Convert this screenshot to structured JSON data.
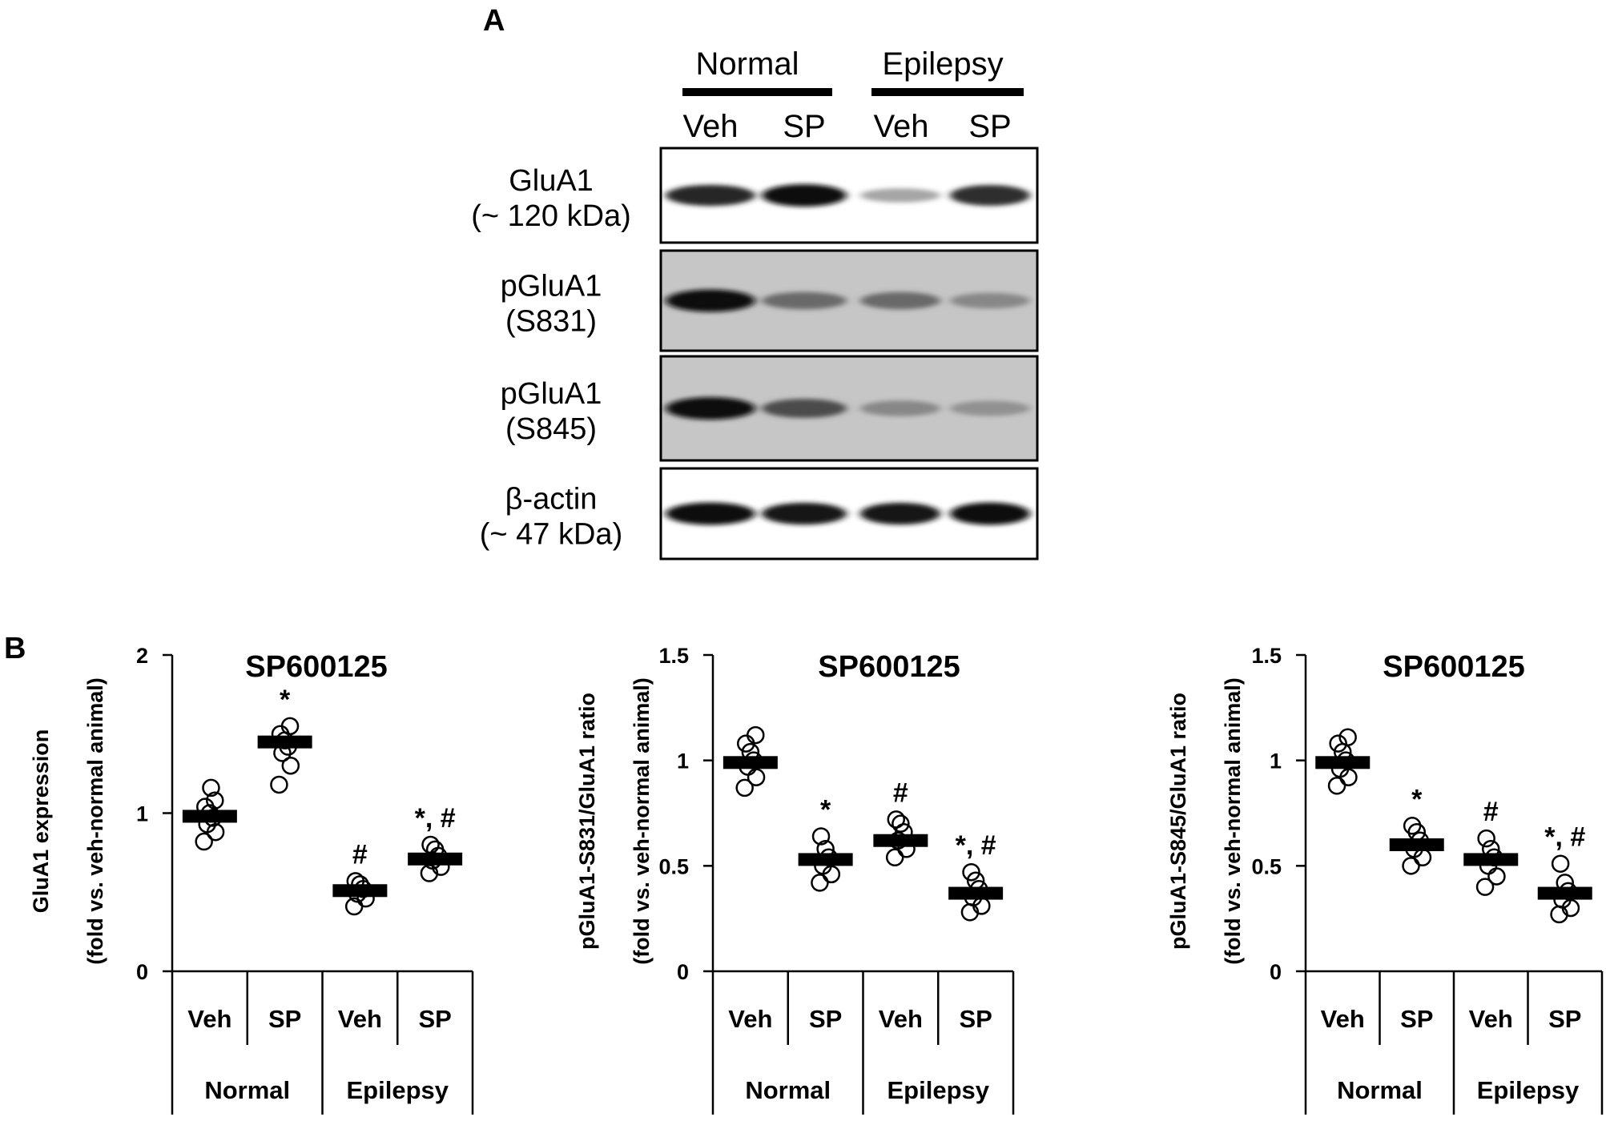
{
  "panel_a": {
    "letter": "A",
    "groups": [
      "Normal",
      "Epilepsy"
    ],
    "lanes": [
      "Veh",
      "SP",
      "Veh",
      "SP"
    ],
    "blots": [
      {
        "name": "gluA1",
        "label1": "GluA1",
        "label2": "(~ 120 kDa)",
        "background": "#ffffff",
        "band_intensity": [
          0.88,
          1.0,
          0.25,
          0.85
        ]
      },
      {
        "name": "pgluA1-s831",
        "label1": "pGluA1",
        "label2": "(S831)",
        "background": "#c6c6c6",
        "band_intensity": [
          1.0,
          0.55,
          0.55,
          0.4
        ]
      },
      {
        "name": "pgluA1-s845",
        "label1": "pGluA1",
        "label2": "(S845)",
        "background": "#c6c6c6",
        "band_intensity": [
          1.0,
          0.7,
          0.4,
          0.35
        ]
      },
      {
        "name": "beta-actin",
        "label1": "β-actin",
        "label2": "(~ 47 kDa)",
        "background": "#ffffff",
        "band_intensity": [
          1.0,
          0.95,
          0.95,
          1.0
        ]
      }
    ]
  },
  "panel_b": {
    "letter": "B"
  },
  "chart_data": [
    {
      "type": "scatter",
      "title": "SP600125",
      "ylabel_line1": "GluA1 expression",
      "ylabel_line2": "(fold vs. veh-normal animal)",
      "ylim": [
        0,
        2
      ],
      "yticks": [
        "0",
        "1",
        "2"
      ],
      "ytick_values": [
        0,
        1,
        2
      ],
      "categories": [
        "Veh",
        "SP",
        "Veh",
        "SP"
      ],
      "groups": [
        "Normal",
        "Epilepsy"
      ],
      "means": [
        0.98,
        1.45,
        0.51,
        0.71
      ],
      "points": [
        [
          0.82,
          0.88,
          0.93,
          0.97,
          1.0,
          1.04,
          1.08,
          1.16
        ],
        [
          1.18,
          1.3,
          1.38,
          1.42,
          1.46,
          1.5,
          1.55
        ],
        [
          0.41,
          0.46,
          0.49,
          0.52,
          0.55,
          0.57
        ],
        [
          0.62,
          0.66,
          0.7,
          0.73,
          0.77,
          0.8
        ]
      ],
      "annotations": [
        "*",
        "#",
        "*, #"
      ],
      "annotation_targets": [
        1,
        2,
        3
      ]
    },
    {
      "type": "scatter",
      "title": "SP600125",
      "ylabel_line1": "pGluA1-S831/GluA1 ratio",
      "ylabel_line2": "(fold vs. veh-normal animal)",
      "ylim": [
        0,
        1.5
      ],
      "yticks": [
        "0",
        "0.5",
        "1",
        "1.5"
      ],
      "ytick_values": [
        0,
        0.5,
        1,
        1.5
      ],
      "categories": [
        "Veh",
        "SP",
        "Veh",
        "SP"
      ],
      "groups": [
        "Normal",
        "Epilepsy"
      ],
      "means": [
        0.99,
        0.53,
        0.62,
        0.37
      ],
      "points": [
        [
          0.87,
          0.92,
          0.97,
          1.0,
          1.04,
          1.08,
          1.12
        ],
        [
          0.42,
          0.46,
          0.5,
          0.54,
          0.58,
          0.64
        ],
        [
          0.54,
          0.58,
          0.62,
          0.66,
          0.7,
          0.72
        ],
        [
          0.28,
          0.31,
          0.35,
          0.39,
          0.43,
          0.47
        ]
      ],
      "annotations": [
        "*",
        "#",
        "*, #"
      ],
      "annotation_targets": [
        1,
        2,
        3
      ]
    },
    {
      "type": "scatter",
      "title": "SP600125",
      "ylabel_line1": "pGluA1-S845/GluA1 ratio",
      "ylabel_line2": "(fold vs. veh-normal animal)",
      "ylim": [
        0,
        1.5
      ],
      "yticks": [
        "0",
        "0.5",
        "1",
        "1.5"
      ],
      "ytick_values": [
        0,
        0.5,
        1,
        1.5
      ],
      "categories": [
        "Veh",
        "SP",
        "Veh",
        "SP"
      ],
      "groups": [
        "Normal",
        "Epilepsy"
      ],
      "means": [
        0.99,
        0.6,
        0.53,
        0.37
      ],
      "points": [
        [
          0.88,
          0.92,
          0.96,
          1.0,
          1.04,
          1.08,
          1.11
        ],
        [
          0.5,
          0.54,
          0.58,
          0.62,
          0.66,
          0.69
        ],
        [
          0.4,
          0.45,
          0.5,
          0.54,
          0.58,
          0.63
        ],
        [
          0.27,
          0.3,
          0.34,
          0.38,
          0.42,
          0.51
        ]
      ],
      "annotations": [
        "*",
        "#",
        "*, #"
      ],
      "annotation_targets": [
        1,
        2,
        3
      ]
    }
  ]
}
